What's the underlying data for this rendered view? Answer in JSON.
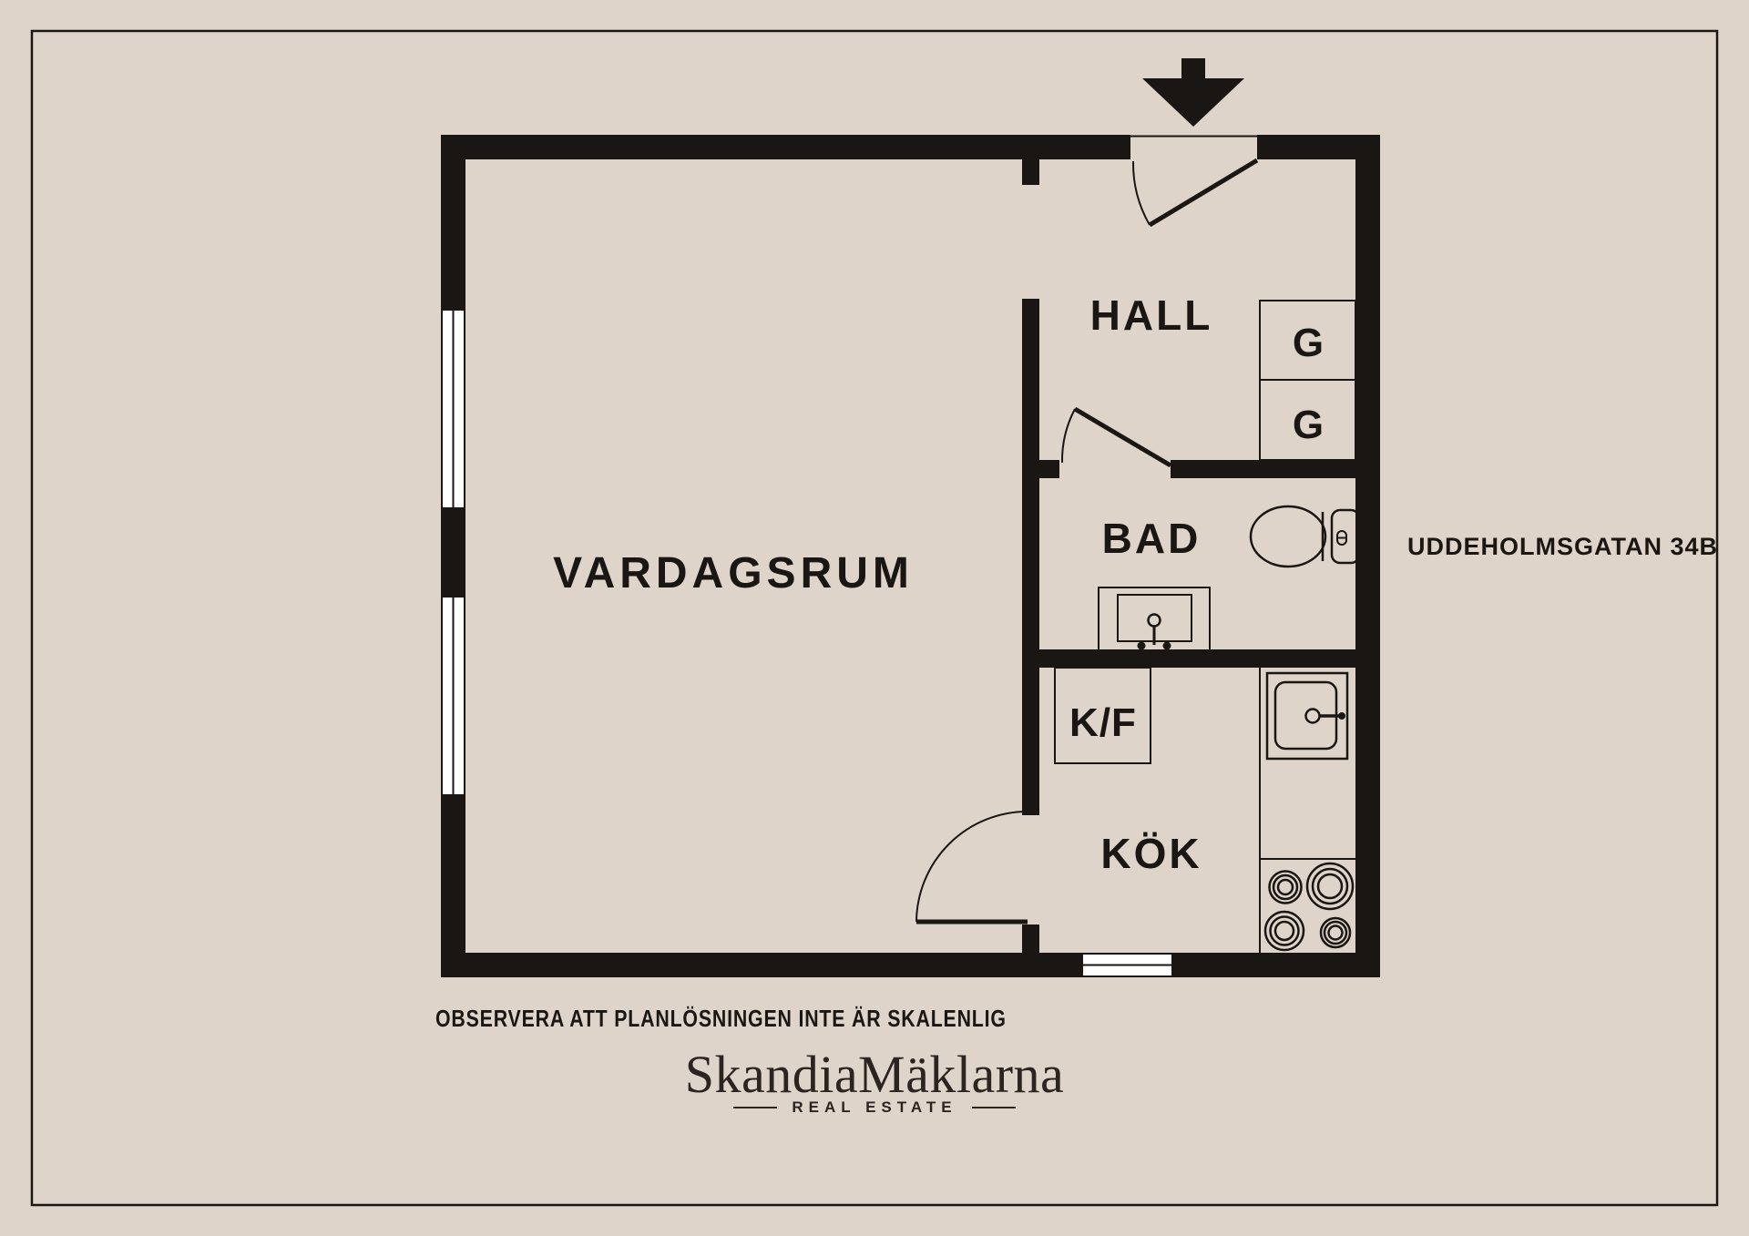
{
  "page": {
    "background_color": "#ded4ca",
    "ink_color": "#1a1613",
    "window_color": "#ffffff",
    "address": "UDDEHOLMSGATAN 34B",
    "disclaimer": "OBSERVERA ATT PLANLÖSNINGEN INTE ÄR SKALENLIG"
  },
  "plan": {
    "rooms": {
      "living_room": "VARDAGSRUM",
      "hall": "HALL",
      "bathroom": "BAD",
      "fridge_freezer": "K/F",
      "kitchen": "KÖK",
      "wardrobe_1": "G",
      "wardrobe_2": "G"
    },
    "icons": {
      "entrance": "down-arrow",
      "bathroom_fixtures": "toilet, washbasin",
      "kitchen_fixtures": "sink, stove-4-burners",
      "openings": "windows (double-line), swing doors (arc)"
    }
  },
  "brand": {
    "name": "SkandiaMäklarna",
    "tagline": "REAL ESTATE"
  }
}
